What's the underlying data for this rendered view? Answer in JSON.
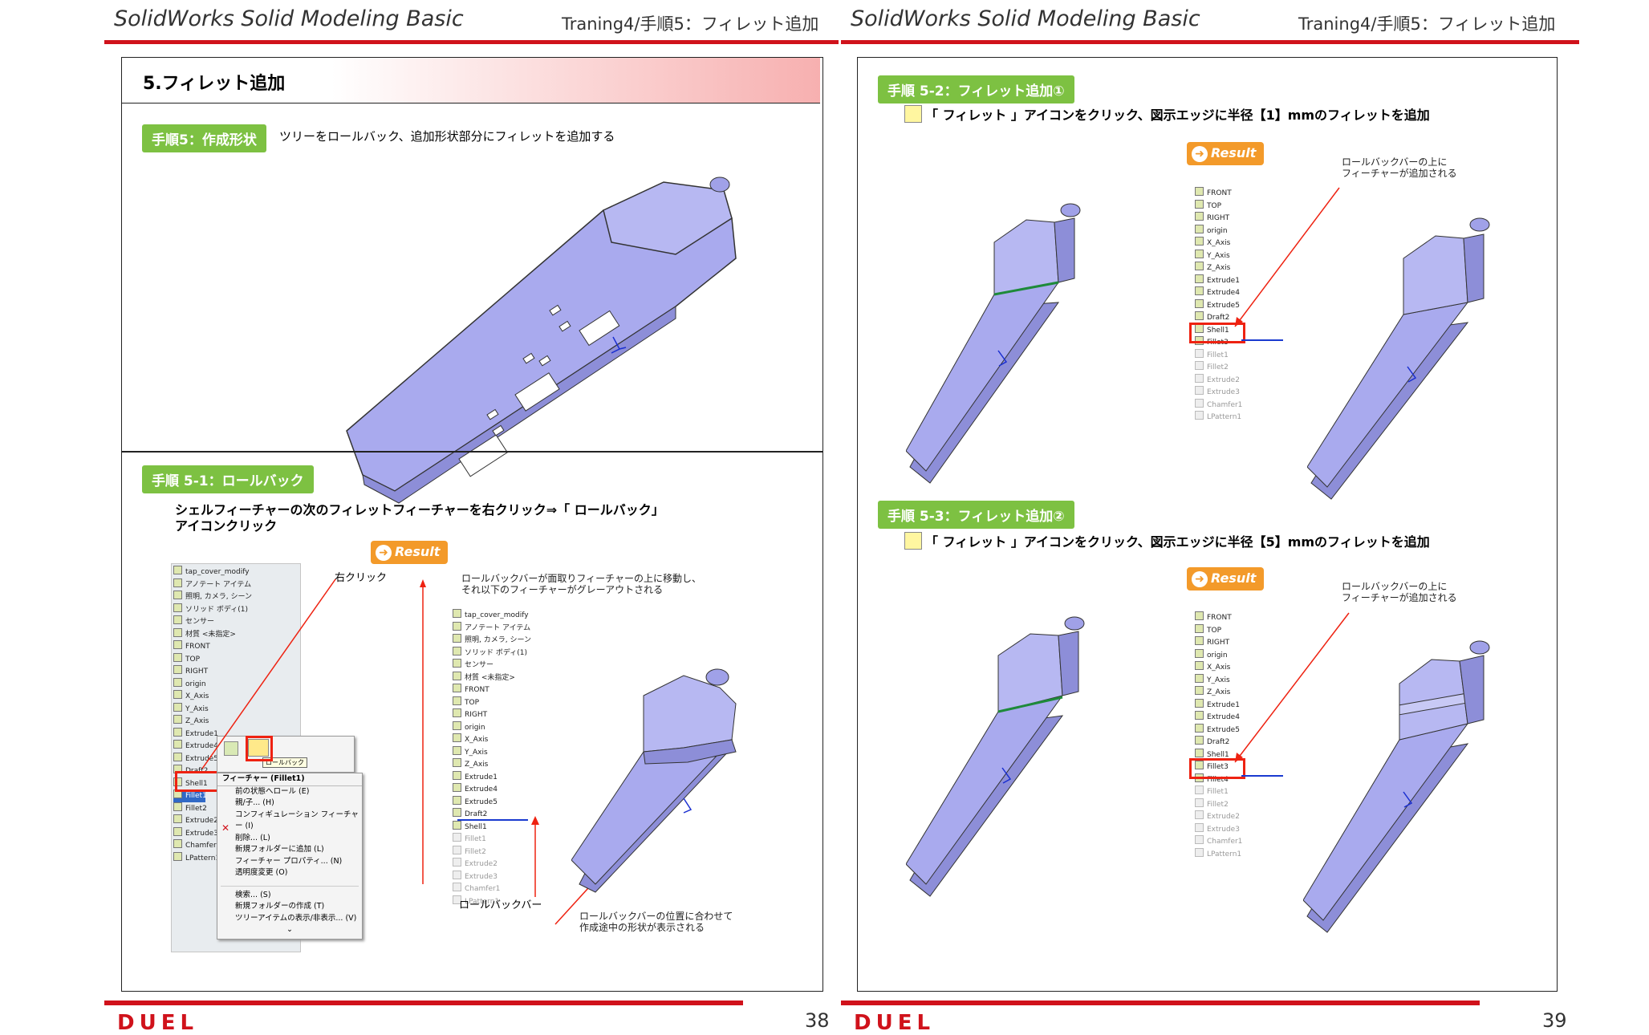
{
  "header": {
    "title_left": "SolidWorks Solid Modeling Basic",
    "subtitle_left": "Traning4/手順5：フィレット追加",
    "title_right": "SolidWorks Solid Modeling Basic",
    "subtitle_right": "Traning4/手順5：フィレット追加"
  },
  "left_page": {
    "section_title": "5.フィレット追加",
    "step5": {
      "badge": "手順5：作成形状",
      "text": "ツリーをロールバック、追加形状部分にフィレットを追加する"
    },
    "step5_1": {
      "badge": "手順 5-1：ロールバック",
      "line1": "シェルフィーチャーの次のフィレットフィーチャーを右クリック⇒「 ロールバック」",
      "line2": "アイコンクリック",
      "right_click_label": "右クリック",
      "result_label": "Result",
      "note_top_1": "ロールバックバーが面取りフィーチャーの上に移動し、",
      "note_top_2": "それ以下のフィーチャーがグレーアウトされる",
      "rollback_bar_label": "ロールバックバー",
      "note_bottom_1": "ロールバックバーの位置に合わせて",
      "note_bottom_2": "作成途中の形状が表示される",
      "tree_left": [
        "tap_cover_modify",
        "アノテート アイテム",
        "照明, カメラ, シーン",
        "ソリッド ボディ(1)",
        "センサー",
        "材質 <未指定>",
        "FRONT",
        "TOP",
        "RIGHT",
        "origin",
        "X_Axis",
        "Y_Axis",
        "Z_Axis",
        "Extrude1",
        "Extrude4",
        "Extrude5",
        "Draft2",
        "Shell1",
        "Fillet1",
        "Fillet2",
        "Extrude2",
        "Extrude3",
        "Chamfer1",
        "LPattern1"
      ],
      "tooltip": "ロールバック",
      "context_header": "フィーチャー (Fillet1)",
      "context_menu": [
        "前の状態へロール (E)",
        "親/子... (H)",
        "コンフィギュレーション フィーチャー (I)",
        "削除... (L)",
        "新規フォルダーに追加 (L)",
        "フィーチャー プロパティ... (N)",
        "透明度変更 (O)",
        "検索... (S)",
        "新規フォルダーの作成 (T)",
        "ツリーアイテムの表示/非表示... (V)"
      ],
      "tree_result": [
        "tap_cover_modify",
        "アノテート アイテム",
        "照明, カメラ, シーン",
        "ソリッド ボディ(1)",
        "センサー",
        "材質 <未指定>",
        "FRONT",
        "TOP",
        "RIGHT",
        "origin",
        "X_Axis",
        "Y_Axis",
        "Z_Axis",
        "Extrude1",
        "Extrude4",
        "Extrude5",
        "Draft2",
        "Shell1",
        "Fillet1",
        "Fillet2",
        "Extrude2",
        "Extrude3",
        "Chamfer1",
        "LPattern1"
      ]
    },
    "page_number": "38",
    "logo": "DUEL"
  },
  "right_page": {
    "step5_2": {
      "badge": "手順 5-2：フィレット追加①",
      "instruction": "「 フィレット 」アイコンをクリック、図示エッジに半径【1】mmのフィレットを追加",
      "result_label": "Result",
      "note_1": "ロールバックバーの上に",
      "note_2": "フィーチャーが追加される",
      "tree": [
        "FRONT",
        "TOP",
        "RIGHT",
        "origin",
        "X_Axis",
        "Y_Axis",
        "Z_Axis",
        "Extrude1",
        "Extrude4",
        "Extrude5",
        "Draft2",
        "Shell1",
        "Fillet3",
        "Fillet1",
        "Fillet2",
        "Extrude2",
        "Extrude3",
        "Chamfer1",
        "LPattern1"
      ]
    },
    "step5_3": {
      "badge": "手順 5-3：フィレット追加②",
      "instruction": "「 フィレット 」アイコンをクリック、図示エッジに半径【5】mmのフィレットを追加",
      "result_label": "Result",
      "note_1": "ロールバックバーの上に",
      "note_2": "フィーチャーが追加される",
      "tree": [
        "FRONT",
        "TOP",
        "RIGHT",
        "origin",
        "X_Axis",
        "Y_Axis",
        "Z_Axis",
        "Extrude1",
        "Extrude4",
        "Extrude5",
        "Draft2",
        "Shell1",
        "Fillet3",
        "Fillet4",
        "Fillet1",
        "Fillet2",
        "Extrude2",
        "Extrude3",
        "Chamfer1",
        "LPattern1"
      ]
    },
    "page_number": "39",
    "logo": "DUEL"
  },
  "colors": {
    "accent_red": "#d0121b",
    "step_green": "#7dc142",
    "result_orange": "#f39a2a",
    "model_fill": "#a9aaee"
  }
}
